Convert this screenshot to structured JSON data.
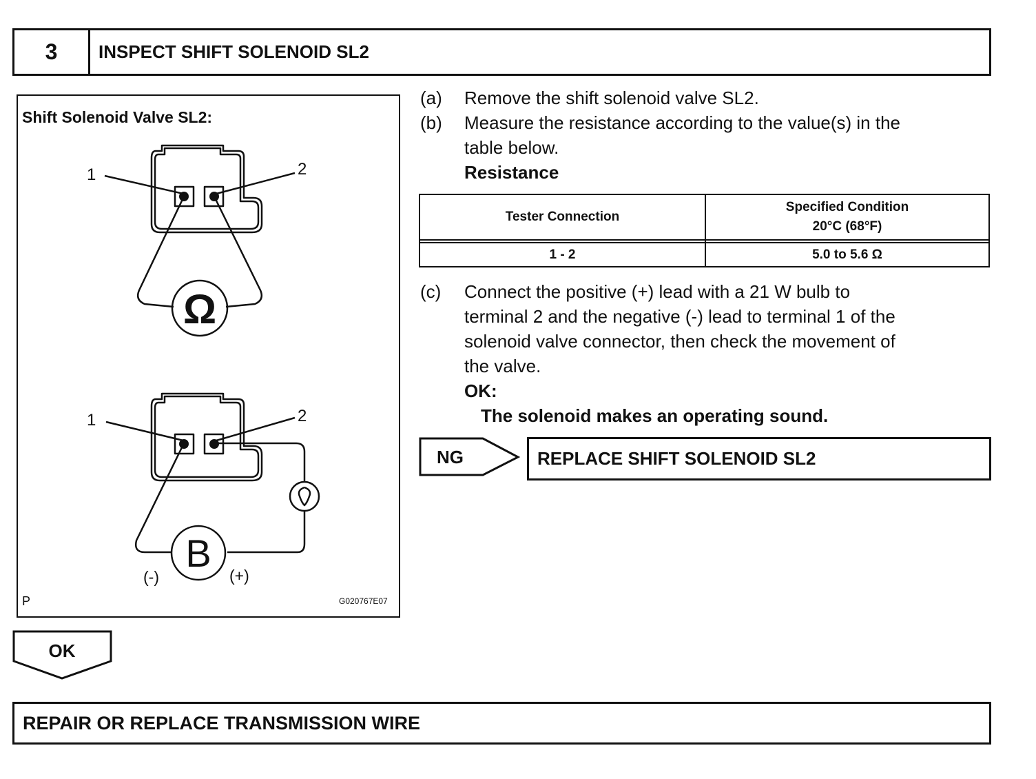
{
  "header": {
    "step_number": "3",
    "title": "INSPECT SHIFT SOLENOID SL2"
  },
  "figure": {
    "title": "Shift Solenoid Valve SL2:",
    "terminal_1": "1",
    "terminal_2": "2",
    "ohmmeter_symbol": "Ω",
    "battery_symbol": "B",
    "negative_label": "(-)",
    "positive_label": "(+)",
    "corner_label": "P",
    "figure_code": "G020767E07"
  },
  "steps": [
    {
      "label": "(a)",
      "lines": [
        "Remove the shift solenoid valve SL2."
      ]
    },
    {
      "label": "(b)",
      "lines": [
        "Measure the resistance according to the value(s) in the",
        "table below."
      ],
      "subheading": "Resistance"
    },
    {
      "label": "(c)",
      "lines": [
        "Connect the positive (+) lead with a 21 W bulb to",
        "terminal 2 and the negative (-) lead to terminal 1 of the",
        "solenoid valve connector, then check the movement of",
        "the valve."
      ],
      "ok_label": "OK:",
      "ok_text": "The solenoid makes an operating sound."
    }
  ],
  "resistance_table": {
    "headers": [
      "Tester Connection",
      "Specified Condition",
      "20°C (68°F)"
    ],
    "rows": [
      {
        "connection": "1 - 2",
        "condition": "5.0 to 5.6 Ω"
      }
    ]
  },
  "ng": {
    "label": "NG",
    "action": "REPLACE SHIFT SOLENOID SL2"
  },
  "ok": {
    "label": "OK",
    "action": "REPAIR OR REPLACE TRANSMISSION WIRE"
  }
}
